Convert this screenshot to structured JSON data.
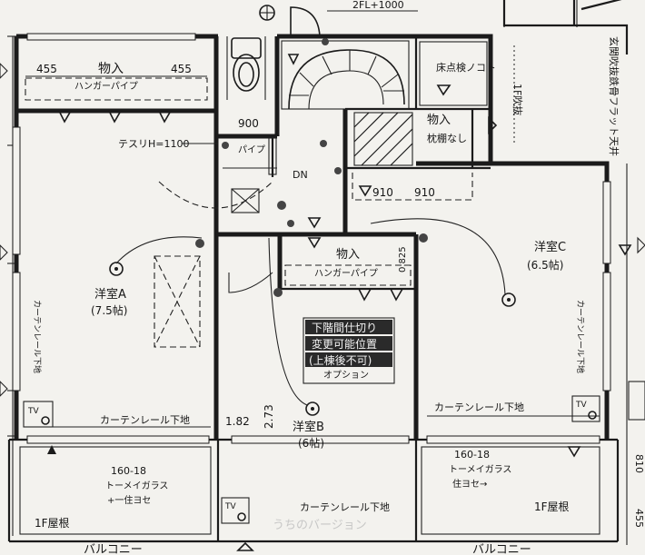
{
  "labels": {
    "top_level": "2FL+1000",
    "closet_left": "物入",
    "hanger_pipe_left": "ハンガーパイプ",
    "dim_455_left": "455",
    "dim_455_right": "455",
    "floor_inspection": "床点検ノコト",
    "tf_ceiling_vent": "1F吹抜",
    "atrium_flat": "玄関吹抜鉄骨フラット天井",
    "dim_900": "900",
    "handrail_height": "テスリH=1100",
    "pipe_label": "パイプ",
    "closet_hall": "物入",
    "closet_hall_note": "枕棚なし",
    "dn": "DN",
    "dim_910_a": "910",
    "dim_910_b": "910",
    "closet_mid": "物入",
    "hanger_pipe_mid": "ハンガーパイプ",
    "room_a_name": "洋室A",
    "room_a_size": "(7.5帖)",
    "room_b_name": "洋室B",
    "room_b_size": "(6帖)",
    "room_c_name": "洋室C",
    "room_c_size": "(6.5帖)",
    "curtain_rail_a": "カーテンレール下地",
    "curtain_rail_b": "カーテンレール下地",
    "curtain_rail_c": "カーテンレール下地",
    "curtain_rail_vert_a": "カーテンレール下地",
    "curtain_rail_vert_c": "カーテンレール下地",
    "dim_182": "1.82",
    "dim_273": "2.73",
    "dim_0825": "0.825",
    "notice_line1": "下階間仕切り",
    "notice_line2": "変更可能位置",
    "notice_line3": "(上棟後不可)",
    "notice_line4": "オプション",
    "window_left_1": "160-18",
    "window_left_2": "トーメイガラス",
    "window_left_3": "+一住ヨセ",
    "window_right_1": "160-18",
    "window_right_2": "トーメイガラス",
    "window_right_3": "住ヨセ→",
    "roof_left": "1F屋根",
    "roof_right": "1F屋根",
    "tv": "TV",
    "balcony_left": "バルコニー",
    "balcony_right": "バルコニー",
    "watermark": "うちのバージョン",
    "dim_810": "810",
    "dim_455_side": "455"
  }
}
